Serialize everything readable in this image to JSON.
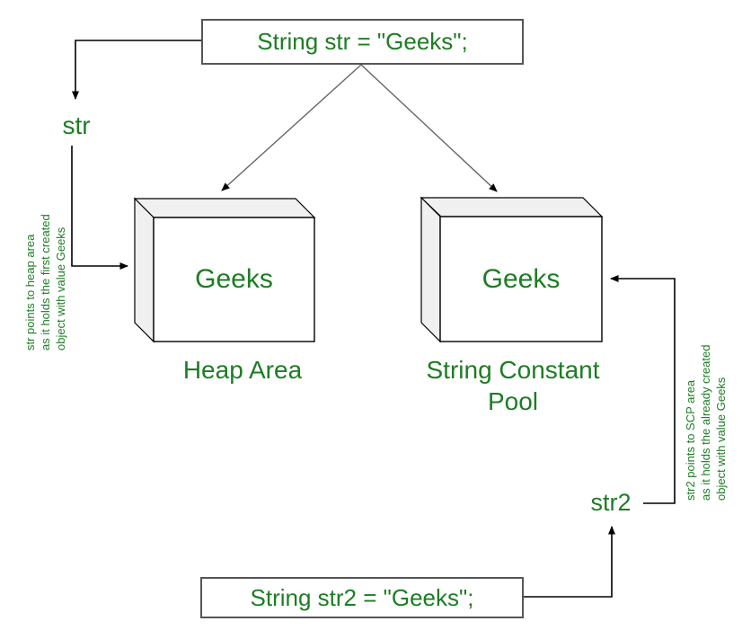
{
  "colors": {
    "accent_green": "#1d7d24",
    "box_border_gray": "#565656",
    "line_black": "#000000",
    "diagonal_gray": "#666666",
    "side_face_gray": "#f0f0f0"
  },
  "top_box": {
    "label": "String str = \"Geeks\";"
  },
  "bottom_box": {
    "label": "String str2 = \"Geeks\";"
  },
  "labels": {
    "str": "str",
    "str2": "str2",
    "heap_value": "Geeks",
    "scp_value": "Geeks",
    "heap_area": "Heap Area",
    "scp_area_line1": "String Constant",
    "scp_area_line2": "Pool"
  },
  "captions": {
    "left": [
      "str points to heap area",
      "as it holds the first created",
      "object with value Geeks"
    ],
    "right": [
      "str2 points to SCP area",
      "as it holds the already created",
      "object with value Geeks"
    ]
  }
}
